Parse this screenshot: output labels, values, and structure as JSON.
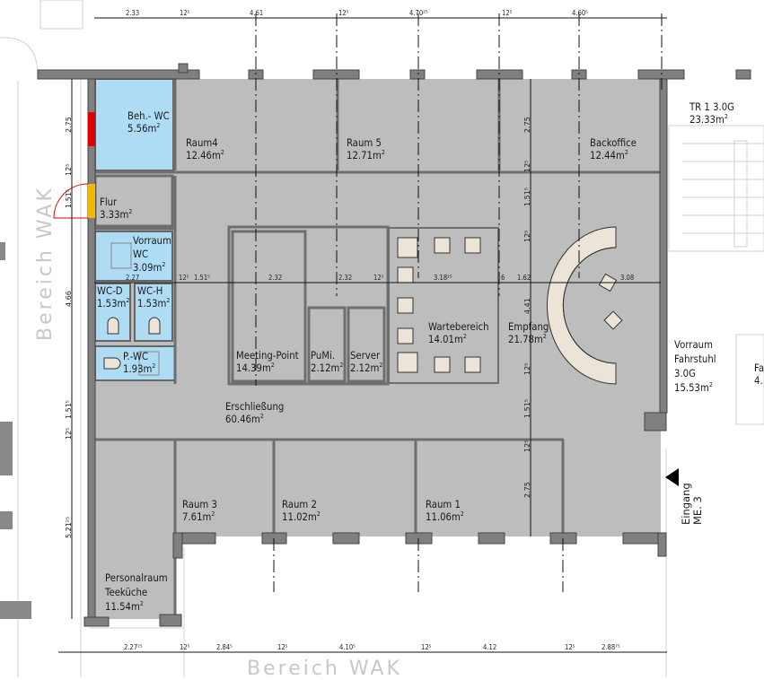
{
  "colors": {
    "floor": "#bdbdbd",
    "wc": "#aedcf5",
    "wall": "#808080",
    "furniture": "#ece4d6",
    "door_red": "#e00000",
    "door_yellow": "#f5b800"
  },
  "rooms": {
    "beh_wc": {
      "name": "Beh.- WC",
      "area": "5.56m"
    },
    "raum4": {
      "name": "Raum4",
      "area": "12.46m"
    },
    "raum5": {
      "name": "Raum 5",
      "area": "12.71m"
    },
    "backoffice": {
      "name": "Backoffice",
      "area": "12.44m"
    },
    "tr1": {
      "name": "TR 1 3.0G",
      "area": "23.33m"
    },
    "flur": {
      "name": "Flur",
      "area": "3.33m"
    },
    "vorraum_wc": {
      "name1": "Vorraum",
      "name2": "WC",
      "area": "3.09m"
    },
    "wc_d": {
      "name": "WC-D",
      "area": "1.53m"
    },
    "wc_h": {
      "name": "WC-H",
      "area": "1.53m"
    },
    "p_wc": {
      "name": "P.-WC",
      "area": "1.93m"
    },
    "meeting": {
      "name": "Meeting-Point",
      "area": "14.39m"
    },
    "pumi": {
      "name": "PuMi.",
      "area": "2.12m"
    },
    "server": {
      "name": "Server",
      "area": "2.12m"
    },
    "wartebereich": {
      "name": "Wartebereich",
      "area": "14.01m"
    },
    "empfang": {
      "name": "Empfang",
      "area": "21.78m"
    },
    "vorraum_fahrstuhl": {
      "name1": "Vorraum",
      "name2": "Fahrstuhl",
      "name3": "3.0G",
      "area": "15.53m"
    },
    "fa": {
      "name": "Fa",
      "area": "4."
    },
    "erschliessung": {
      "name": "Erschließung",
      "area": "60.46m"
    },
    "raum3": {
      "name": "Raum 3",
      "area": "7.61m"
    },
    "raum2": {
      "name": "Raum 2",
      "area": "11.02m"
    },
    "raum1": {
      "name": "Raum 1",
      "area": "11.06m"
    },
    "personalraum": {
      "name1": "Personalraum",
      "name2": "Teeküche",
      "area": "11.54m"
    }
  },
  "area_unit_sup": "2",
  "entrance": {
    "line1": "Eingang",
    "line2": "ME. 3"
  },
  "ghost_labels": {
    "left": "Bereich WAK",
    "bottom": "Bereich WAK"
  },
  "dimensions": {
    "top": [
      "2.33",
      "12⁵",
      "4.61",
      "12⁵",
      "4.70²⁵",
      "12⁵",
      "4.60⁵"
    ],
    "middle": [
      "2.27",
      "12⁵",
      "1.51⁵",
      "2.32",
      "2.32",
      "12⁵",
      "3.18²⁵",
      "6",
      "1.62",
      "3.08"
    ],
    "bottom": [
      "2.27²⁵",
      "12⁵",
      "2.84⁵",
      "12⁵",
      "4.10⁵",
      "12⁵",
      "4.12",
      "12⁵",
      "2.88⁷⁵"
    ],
    "left": [
      "2.75",
      "12⁵",
      "1.51⁵",
      "4.66",
      "1.51⁵",
      "12⁵",
      "5.21²⁵"
    ],
    "right": [
      "2.75",
      "12⁵",
      "1.51⁵",
      "12⁵",
      "4.41",
      "12⁵",
      "1.51⁵",
      "12⁵",
      "2.75"
    ]
  }
}
